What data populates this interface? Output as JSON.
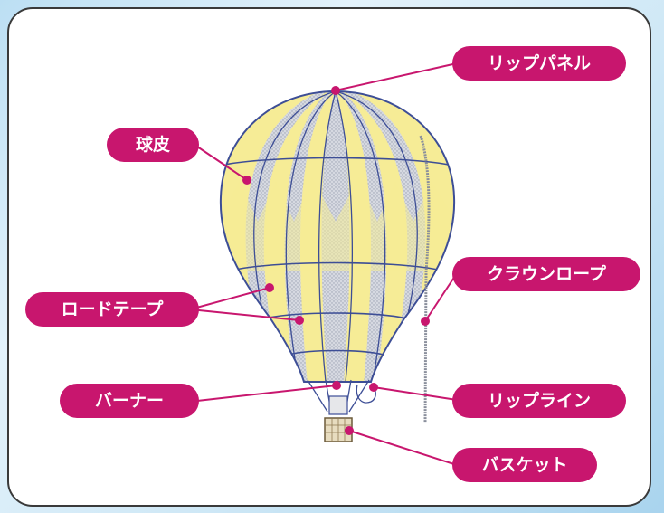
{
  "labels": {
    "rip_panel": "リップパネル",
    "envelope": "球皮",
    "load_tape": "ロードテープ",
    "crown_rope": "クラウンロープ",
    "burner": "バーナー",
    "rip_line": "リップライン",
    "basket": "バスケット"
  },
  "colors": {
    "accent": "#c8166e",
    "panel_yellow": "#f6ec96",
    "panel_gray": "#cfd3dc",
    "seam": "#3d4e96"
  }
}
